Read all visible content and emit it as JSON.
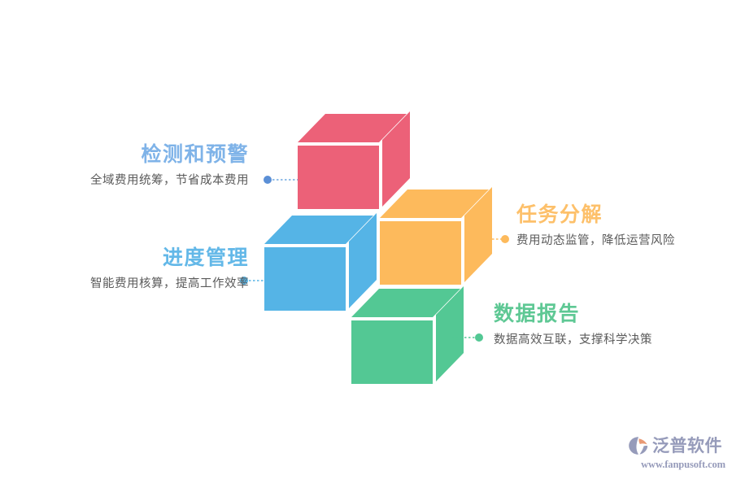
{
  "theme": {
    "background": "#ffffff",
    "subtitle_color": "#5a5a5a",
    "watermark_color": "#8e93b5"
  },
  "features": [
    {
      "id": "detect",
      "title": "检测和预警",
      "subtitle": "全域费用统筹，节省成本费用",
      "color": "#7fb3e8",
      "cube_color": "#ec6178",
      "side": "left",
      "connector_dot": "connector-dot-detect"
    },
    {
      "id": "progress",
      "title": "进度管理",
      "subtitle": "智能费用核算，提高工作效率",
      "color": "#63b8e8",
      "cube_color": "#55b4e6",
      "side": "left",
      "connector_dot": "connector-dot-progress"
    },
    {
      "id": "task",
      "title": "任务分解",
      "subtitle": "费用动态监管，降低运营风险",
      "color": "#fdc06a",
      "cube_color": "#fdba5c",
      "side": "right",
      "connector_dot": "connector-dot-task"
    },
    {
      "id": "report",
      "title": "数据报告",
      "subtitle": "数据高效互联，支撑科学决策",
      "color": "#5ec894",
      "cube_color": "#53c894",
      "side": "right",
      "connector_dot": "connector-dot-report"
    }
  ],
  "cubes": [
    {
      "id": "cube-red",
      "color": "#ec6178",
      "label": "检测和预警"
    },
    {
      "id": "cube-blue",
      "color": "#55b4e6",
      "label": "进度管理"
    },
    {
      "id": "cube-orange",
      "color": "#fdba5c",
      "label": "任务分解"
    },
    {
      "id": "cube-green",
      "color": "#53c894",
      "label": "数据报告"
    }
  ],
  "watermark": {
    "brand": "泛普软件",
    "url": "www.fanpusoft.com"
  }
}
